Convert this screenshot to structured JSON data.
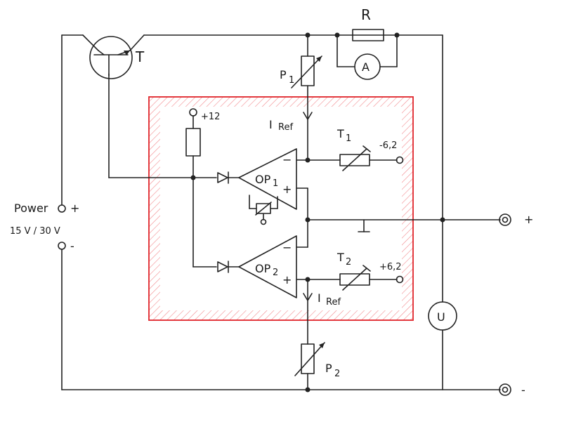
{
  "colors": {
    "ink": "#222222",
    "area_border": "#e0242a",
    "area_hatch": "#f28a8e",
    "paper": "#ffffff"
  },
  "labels": {
    "transistor": "T",
    "resistor": "R",
    "ammeter": "A",
    "pot1": "P",
    "pot1_sub": "1",
    "pot2": "P",
    "pot2_sub": "2",
    "iref1": "I",
    "iref1_sub": "Ref",
    "iref2": "I",
    "iref2_sub": "Ref",
    "t1": "T",
    "t1_sub": "1",
    "t2": "T",
    "t2_sub": "2",
    "v_minus": "-6,2",
    "v_plus": "+6,2",
    "v_supply": "+12",
    "op1": "OP",
    "op1_sub": "1",
    "op2": "OP",
    "op2_sub": "2",
    "op_minus": "−",
    "op_plus": "+",
    "power": "Power",
    "power_range": "15 V / 30 V",
    "power_plus": "+",
    "power_minus": "-",
    "out_plus": "+",
    "out_minus": "-",
    "voltmeter": "U"
  }
}
